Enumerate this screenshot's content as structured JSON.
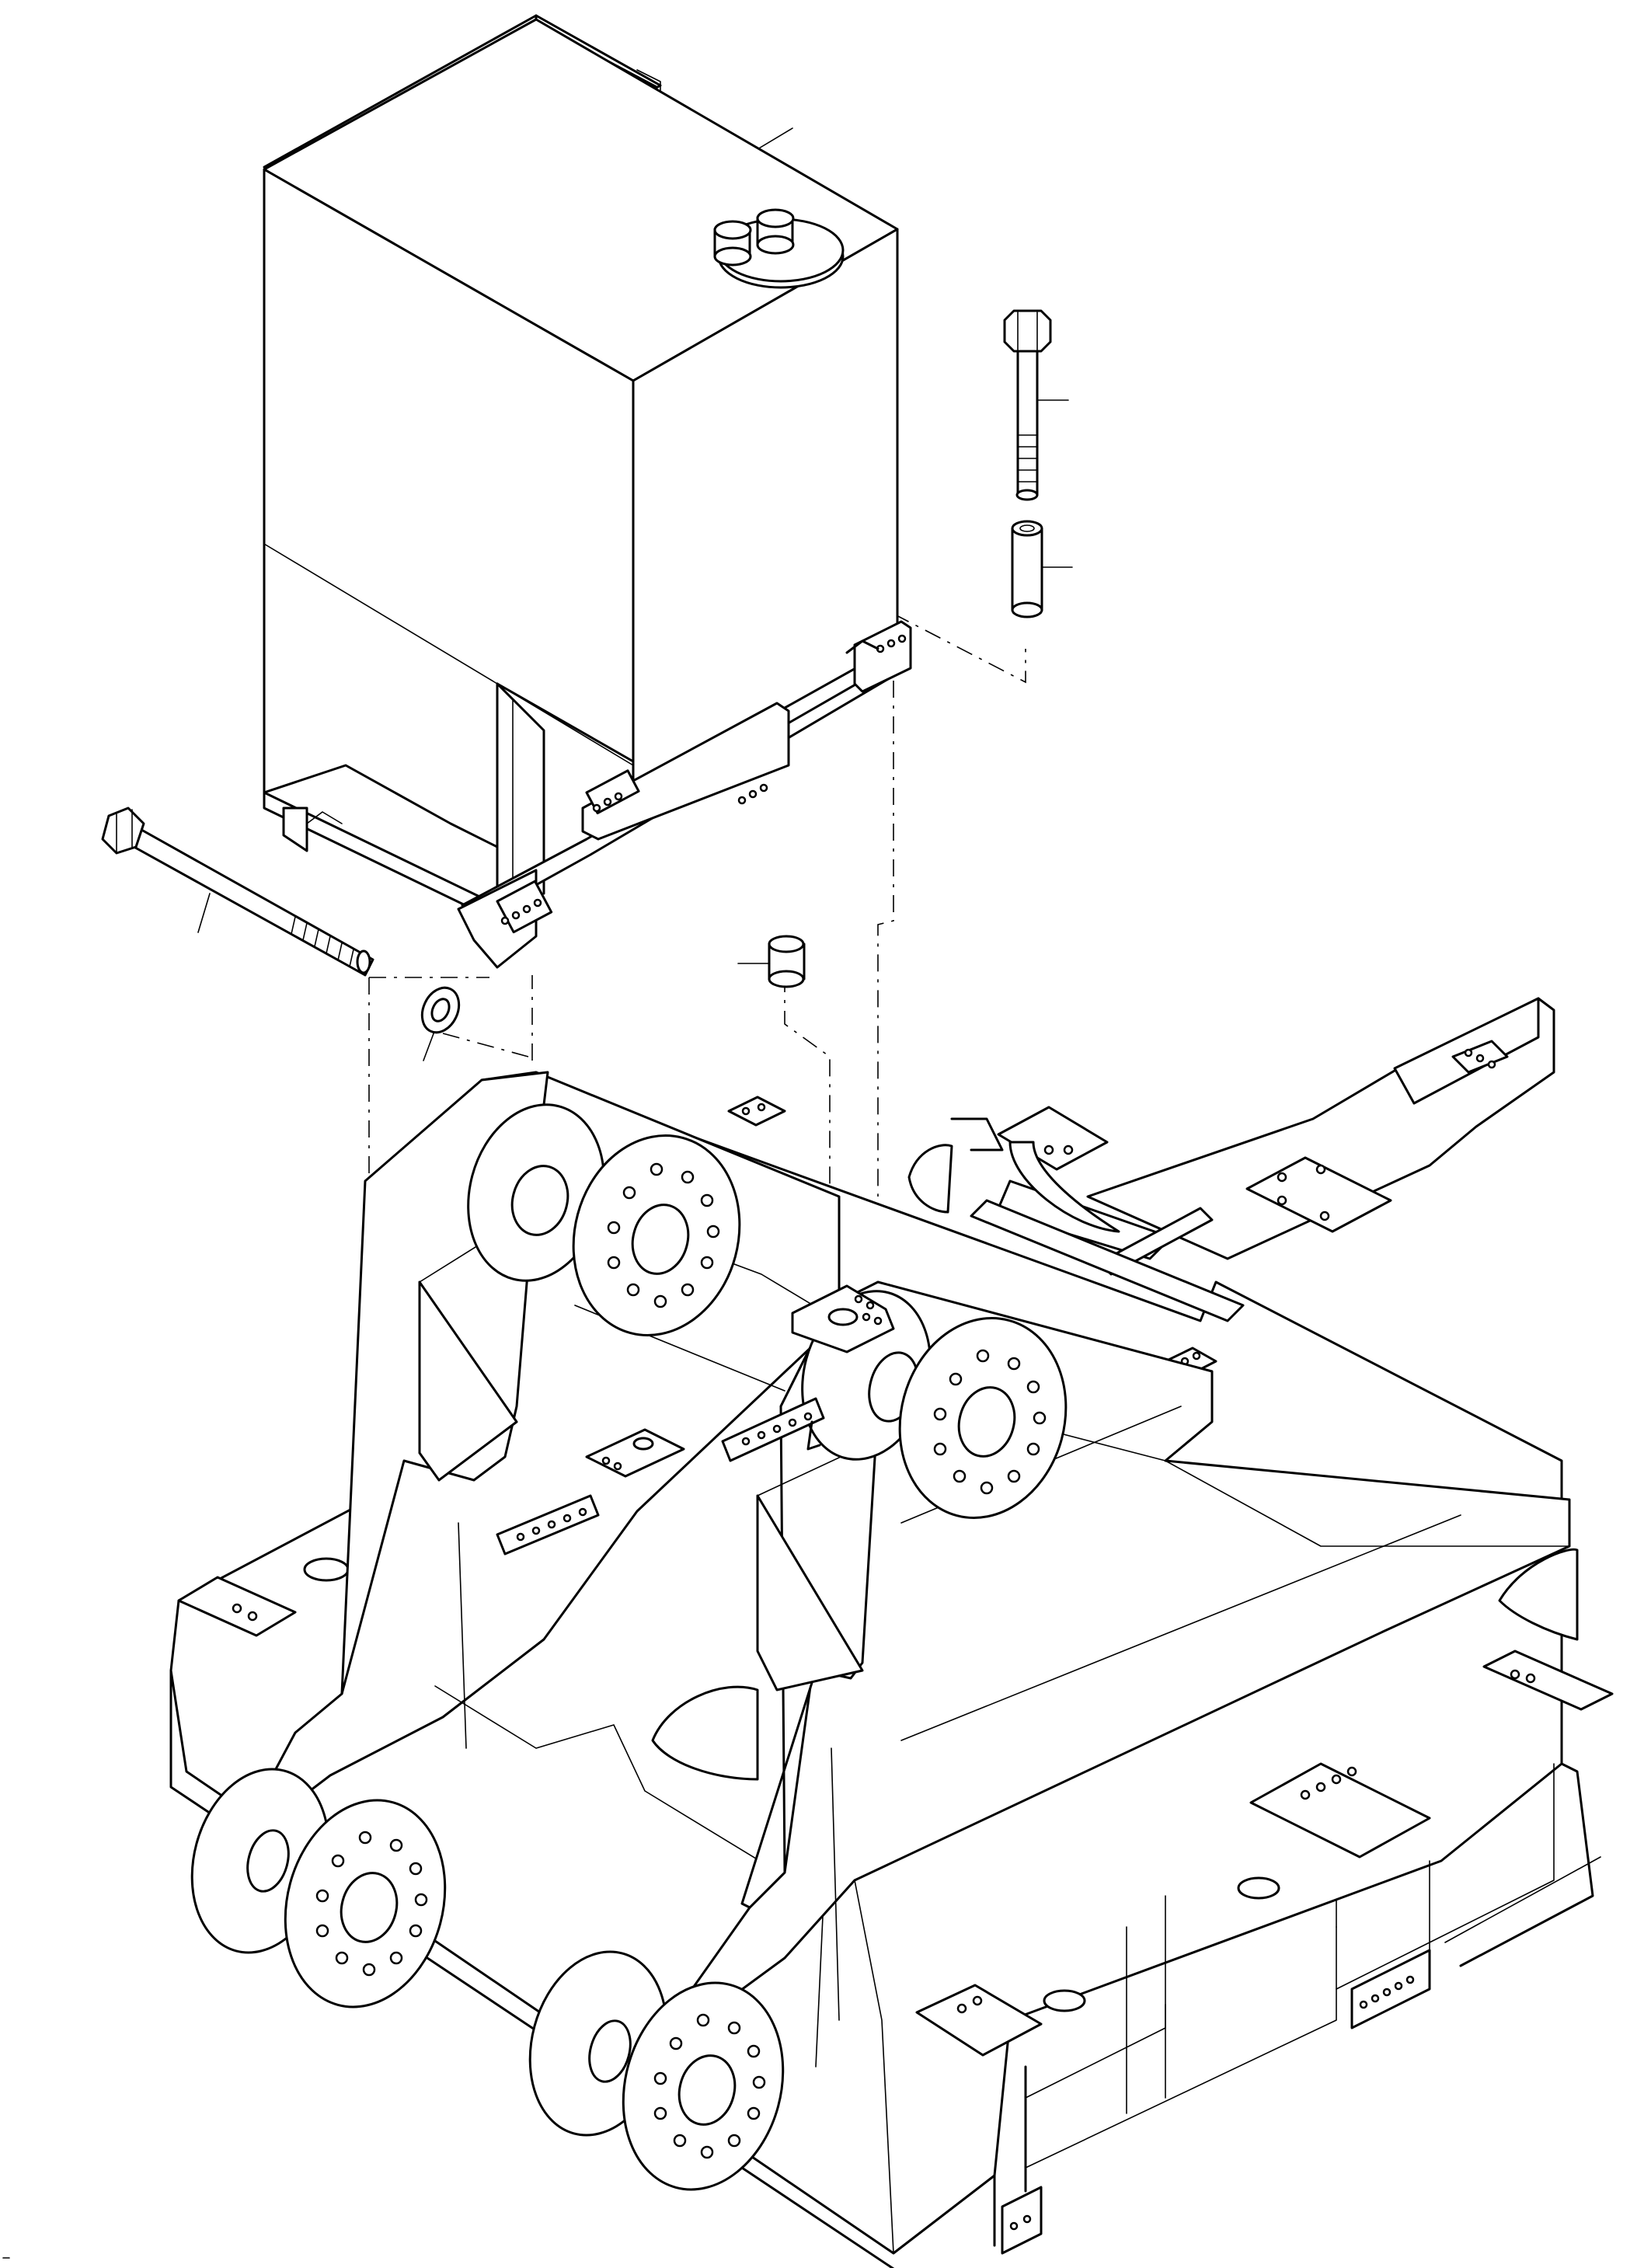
{
  "drawing": {
    "kind": "exploded-assembly-illustration",
    "parts": [
      "hydraulic-tank",
      "tank-mounting-bolt",
      "washer",
      "spacer-sleeve",
      "short-hex-bolt",
      "rubber-mount",
      "upper-frame"
    ],
    "stroke_color": "#000000",
    "background_color": "#ffffff"
  }
}
